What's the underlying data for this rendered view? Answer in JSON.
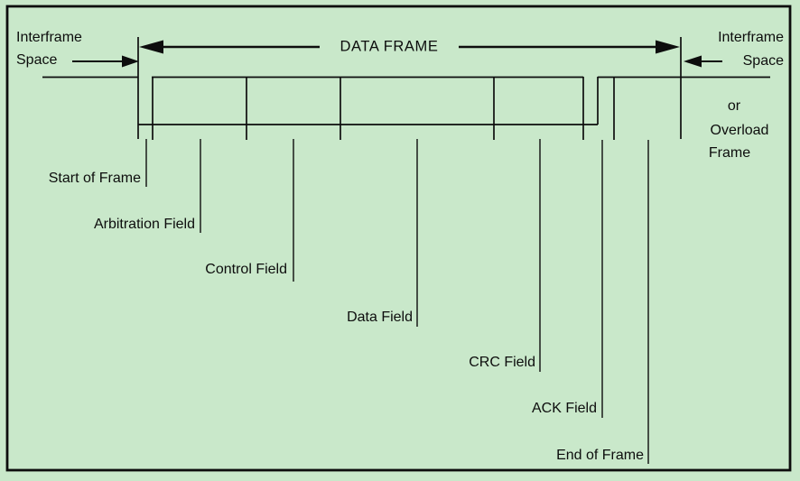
{
  "diagram": {
    "title": "DATA FRAME",
    "colors": {
      "background": "#c9e8ca",
      "ink": "#0d0d0d"
    },
    "left_interframe": {
      "line1": "Interframe",
      "line2": "Space"
    },
    "right_interframe": {
      "line1": "Interframe",
      "line2": "Space"
    },
    "right_alternative": {
      "line1": "or",
      "line2": "Overload",
      "line3": "Frame"
    },
    "fields": [
      {
        "label": "Start of Frame"
      },
      {
        "label": "Arbitration Field"
      },
      {
        "label": "Control Field"
      },
      {
        "label": "Data Field"
      },
      {
        "label": "CRC Field"
      },
      {
        "label": "ACK Field"
      },
      {
        "label": "End of Frame"
      }
    ]
  }
}
